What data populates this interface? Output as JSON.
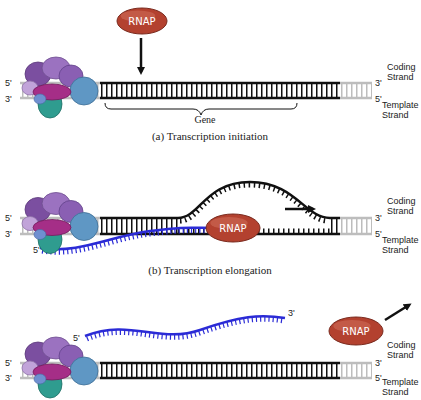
{
  "diagram": {
    "nodes": [
      {
        "text": [
          "RNAP"
        ]
      },
      {
        "text": [
          "RNAP"
        ]
      },
      {
        "text": [
          "RNAP"
        ]
      }
    ],
    "labels": [
      "Coding Strand",
      "5'",
      "3'",
      "3'",
      "5'",
      "Template Strand",
      "Gene",
      "(a) Transcription initiation",
      "Coding Strand",
      "5'",
      "3'",
      "3'",
      "5'",
      "Template Strand",
      "5'",
      "(b) Transcription elongation",
      "3'",
      "5'",
      "Coding Strand",
      "5'",
      "3'",
      "3'",
      "5'",
      "Template Strand"
    ]
  }
}
